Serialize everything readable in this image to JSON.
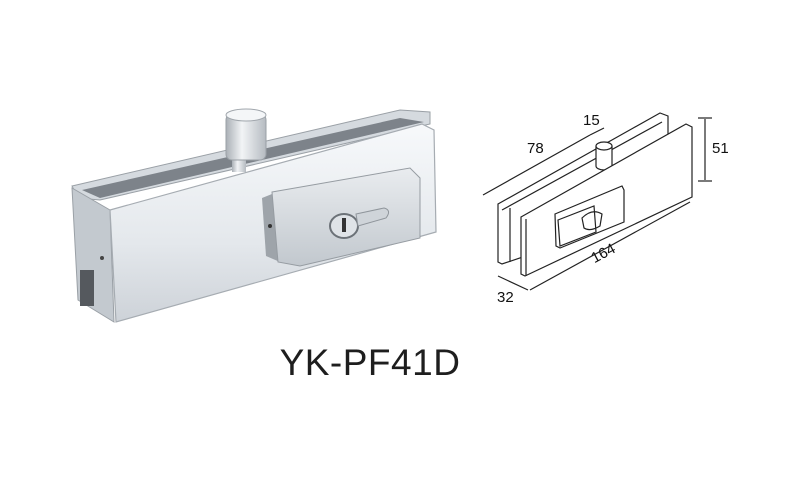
{
  "product": {
    "model": "YK-PF41D",
    "colors": {
      "metal_light": "#eef1f4",
      "metal_mid": "#c9ced4",
      "metal_dark": "#8d939a",
      "line": "#222222"
    }
  },
  "diagram": {
    "dimensions": {
      "length": "164",
      "pin_offset": "78",
      "pin_width": "15",
      "height": "51",
      "depth": "32"
    }
  }
}
